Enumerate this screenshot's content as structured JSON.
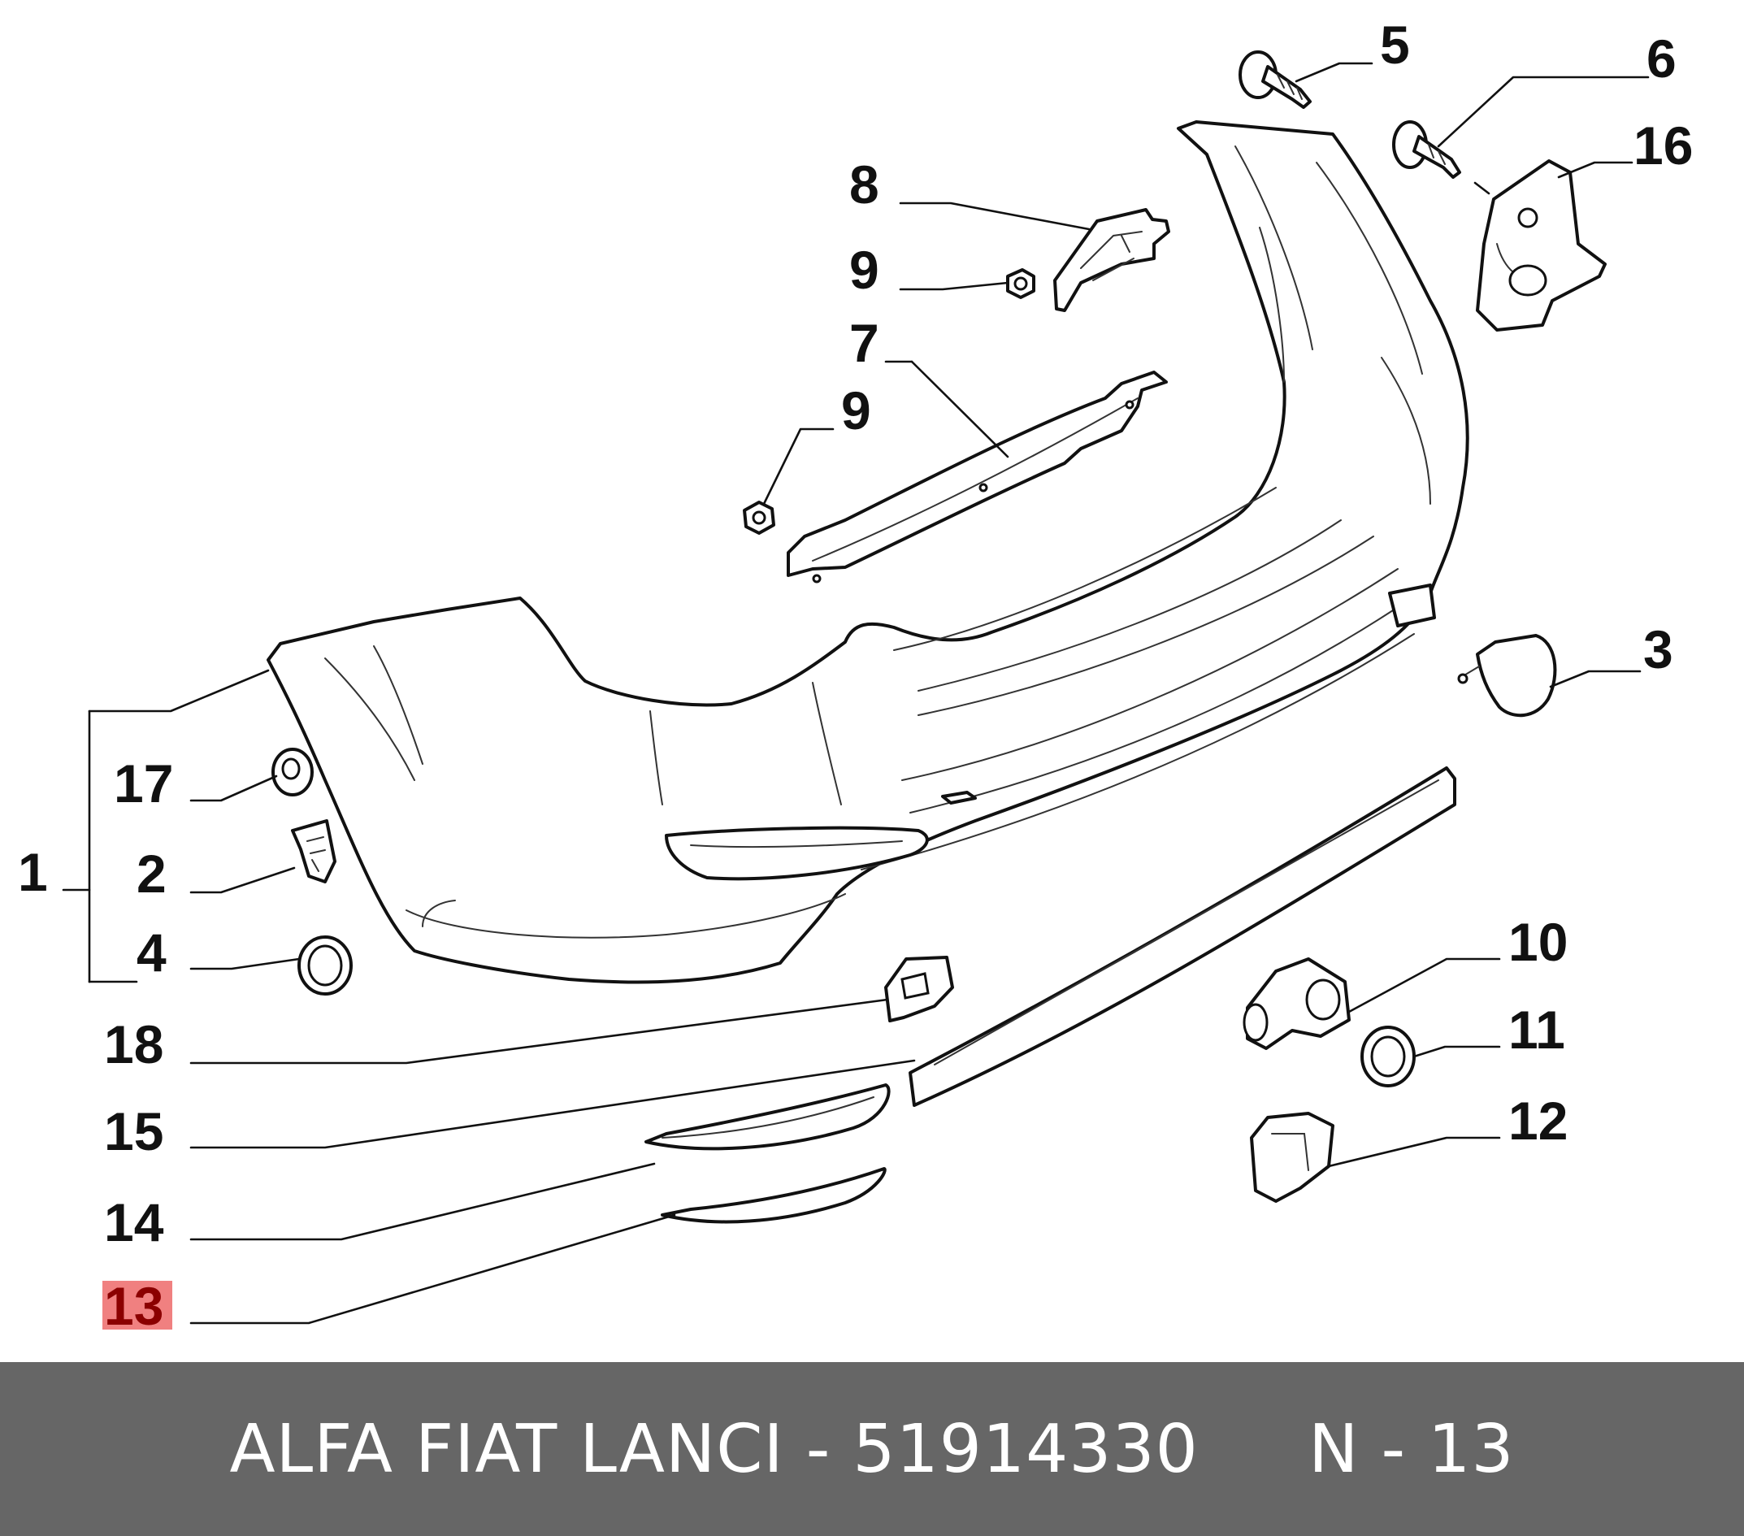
{
  "diagram": {
    "highlight_color": "#f08080",
    "highlight_text_color": "#8b0000",
    "highlighted_callout": "13",
    "callouts": {
      "c1": "1",
      "c2": "2",
      "c3": "3",
      "c4": "4",
      "c5": "5",
      "c6": "6",
      "c7": "7",
      "c8": "8",
      "c9a": "9",
      "c9b": "9",
      "c10": "10",
      "c11": "11",
      "c12": "12",
      "c13": "13",
      "c14": "14",
      "c15": "15",
      "c16": "16",
      "c17": "17",
      "c18": "18"
    }
  },
  "footer": {
    "text": "ALFA FIAT LANCI - 51914330     N - 13",
    "background": "#666666"
  }
}
